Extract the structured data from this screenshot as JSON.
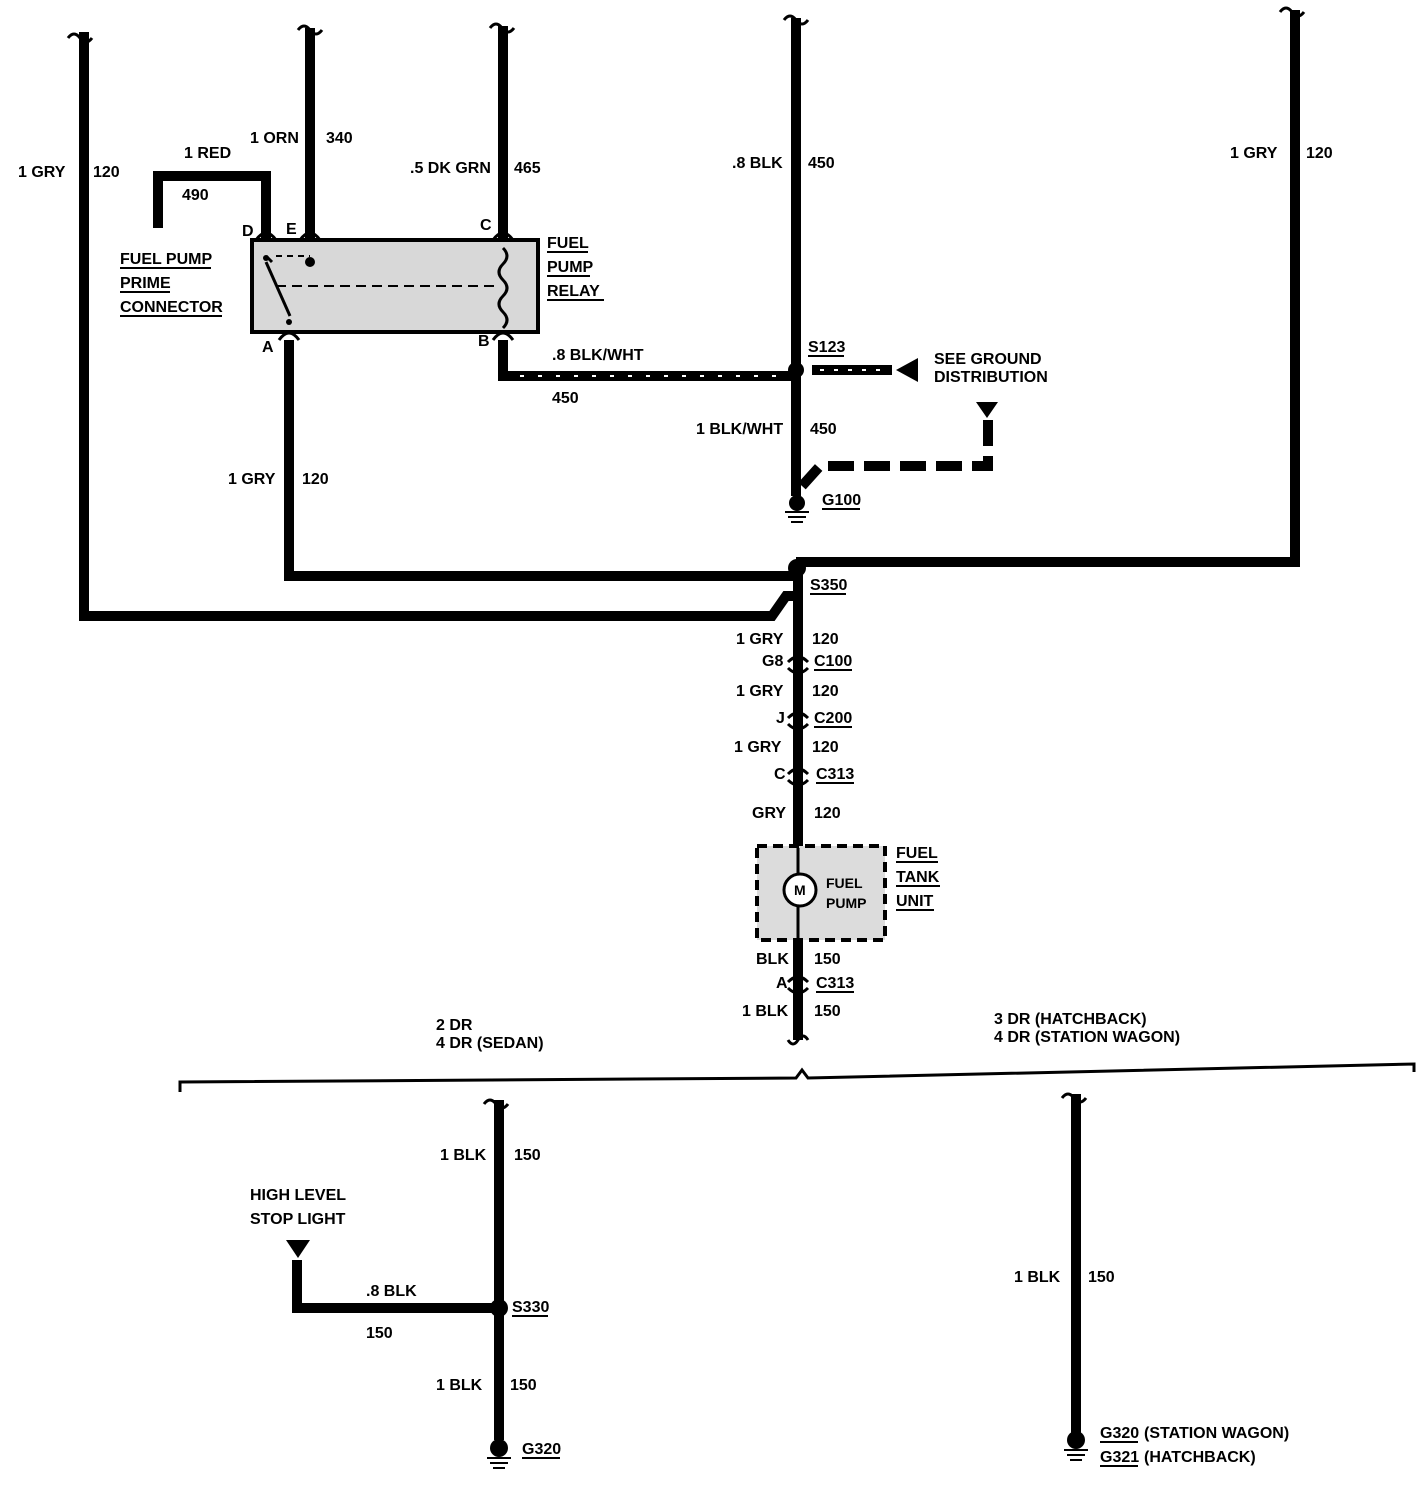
{
  "top_wires": [
    {
      "id": "w1",
      "color": "1 GRY",
      "circuit": "120"
    },
    {
      "id": "w_orn",
      "color": "1 ORN",
      "circuit": "340"
    },
    {
      "id": "w_grn",
      "color": ".5 DK GRN",
      "circuit": "465"
    },
    {
      "id": "w_blk",
      "color": ".8 BLK",
      "circuit": "450"
    },
    {
      "id": "w_right",
      "color": "1 GRY",
      "circuit": "120"
    }
  ],
  "relay": {
    "title_lines": [
      "FUEL",
      "PUMP",
      "RELAY"
    ],
    "pins": {
      "d": "D",
      "e": "E",
      "c": "C",
      "a": "A",
      "b": "B"
    }
  },
  "prime_connector": {
    "title_lines": [
      "FUEL PUMP",
      "PRIME",
      "CONNECTOR"
    ],
    "wire_color": "1 RED",
    "wire_circuit": "490"
  },
  "relay_to_s123": {
    "color": ".8 BLK/WHT",
    "circuit": "450"
  },
  "s123": "S123",
  "ground_ref": {
    "lines": [
      "SEE GROUND",
      "DISTRIBUTION"
    ]
  },
  "s123_to_g100": {
    "color": "1 BLK/WHT",
    "circuit": "450"
  },
  "g100": "G100",
  "relay_a_wire": {
    "color": "1 GRY",
    "circuit": "120"
  },
  "s350": "S350",
  "pump_chain": [
    {
      "color": "1 GRY",
      "circuit": "120"
    },
    {
      "color": "1 GRY",
      "circuit": "120"
    },
    {
      "color": "1 GRY",
      "circuit": "120"
    },
    {
      "color": "GRY",
      "circuit": "120"
    }
  ],
  "connectors": [
    {
      "pin": "G8",
      "name": "C100"
    },
    {
      "pin": "J",
      "name": "C200"
    },
    {
      "pin": "C",
      "name": "C313"
    },
    {
      "pin": "A",
      "name": "C313"
    }
  ],
  "fuel_tank": {
    "title_lines": [
      "FUEL",
      "TANK",
      "UNIT"
    ],
    "pump_lines": [
      "FUEL",
      "PUMP"
    ],
    "motor": "M"
  },
  "below_pump": [
    {
      "color": "BLK",
      "circuit": "150"
    },
    {
      "color": "1 BLK",
      "circuit": "150"
    }
  ],
  "variants": {
    "left_lines": [
      "2 DR",
      "4 DR (SEDAN)"
    ],
    "right_lines": [
      "3 DR (HATCHBACK)",
      "4 DR (STATION WAGON)"
    ]
  },
  "sedan": {
    "top": {
      "color": "1 BLK",
      "circuit": "150"
    },
    "stop_light_lines": [
      "HIGH LEVEL",
      "STOP LIGHT"
    ],
    "branch": {
      "color": ".8 BLK",
      "circuit": "150"
    },
    "splice": "S330",
    "bottom": {
      "color": "1 BLK",
      "circuit": "150"
    },
    "ground": "G320"
  },
  "wagon": {
    "wire": {
      "color": "1 BLK",
      "circuit": "150"
    },
    "ground1": "G320",
    "ground1_note": "(STATION WAGON)",
    "ground2": "G321",
    "ground2_note": "(HATCHBACK)"
  }
}
